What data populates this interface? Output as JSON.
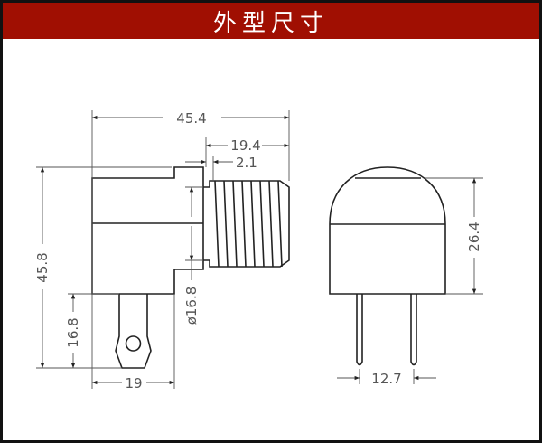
{
  "header": {
    "title": "外型尺寸"
  },
  "side_view": {
    "dims": {
      "overall_length": "45.4",
      "thread_length": "19.4",
      "flange": "2.1",
      "overall_height": "45.8",
      "pin_length": "16.8",
      "thread_diameter": "ø16.8",
      "body_width": "19"
    }
  },
  "front_view": {
    "dims": {
      "height": "26.4",
      "pin_spacing": "12.7"
    }
  },
  "colors": {
    "header_bg": "#a00f02",
    "line": "#222222"
  }
}
